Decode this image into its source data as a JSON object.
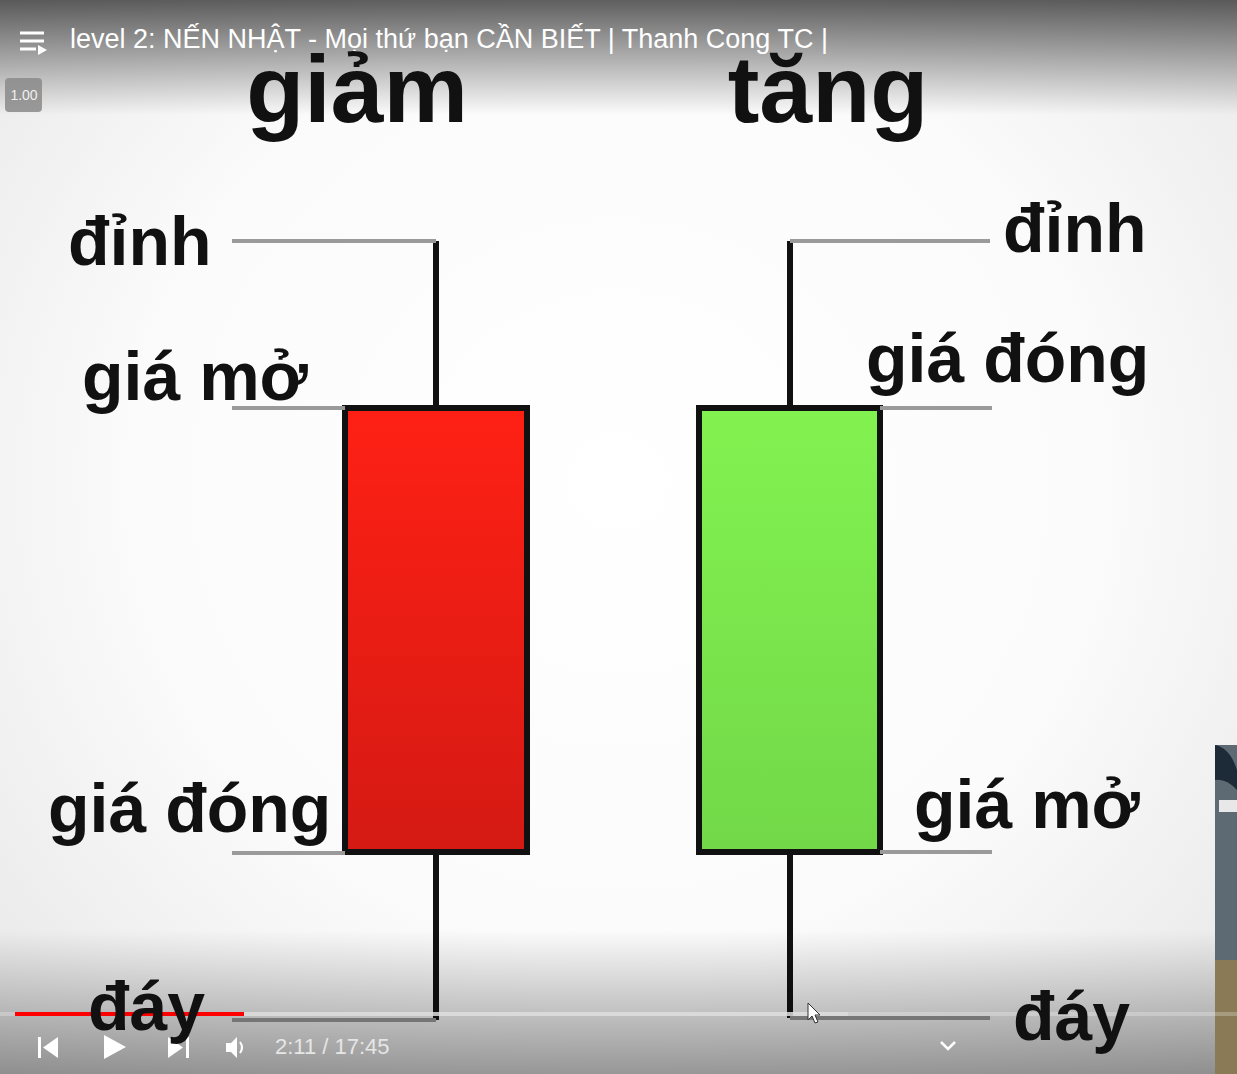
{
  "diagram": {
    "title": "level 2: NẾN NHẬT - Mọi thứ bạn CẦN BIẾT | Thanh Cong TC |",
    "labels": [
      "1.00",
      "giảm",
      "tăng",
      "đỉnh",
      "giá mở",
      "giá đóng",
      "đáy",
      "đỉnh",
      "giá đóng",
      "giá mở",
      "đáy",
      "2:11 / 17:45"
    ]
  }
}
